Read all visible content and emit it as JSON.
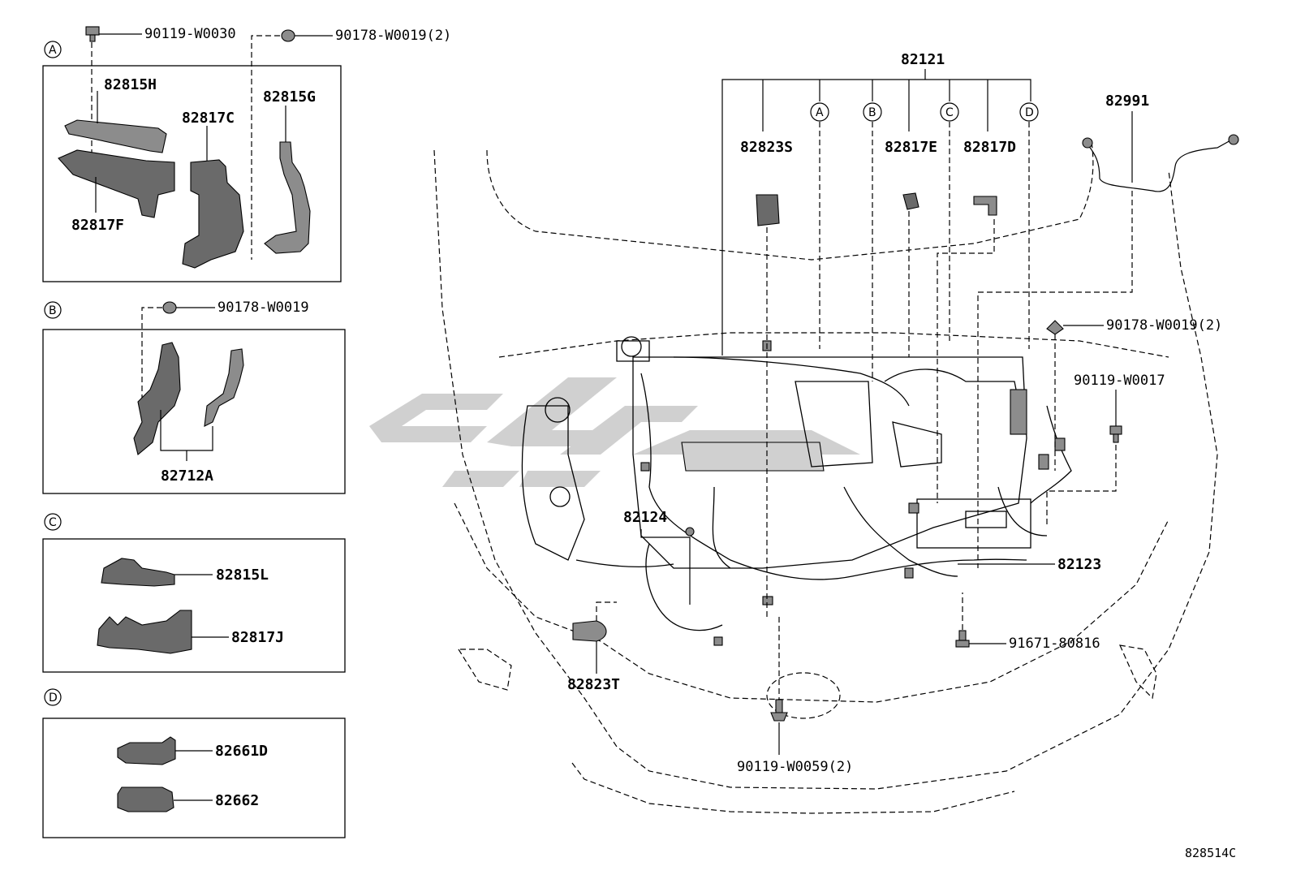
{
  "diagram_id": "828514C",
  "watermark": {
    "text_color": "#c8c8c8"
  },
  "callouts": {
    "A": "A",
    "B": "B",
    "C": "C",
    "D": "D"
  },
  "panel_a": {
    "bolt": "90119-W0030",
    "clip": "90178-W0019(2)",
    "p1": "82815H",
    "p2": "82817C",
    "p3": "82815G",
    "p4": "82817F"
  },
  "panel_b": {
    "clip": "90178-W0019",
    "p1": "82712A"
  },
  "panel_c": {
    "p1": "82815L",
    "p2": "82817J"
  },
  "panel_d": {
    "p1": "82661D",
    "p2": "82662"
  },
  "main": {
    "harness": "82121",
    "cable": "82991",
    "p_82823s": "82823S",
    "p_82817e": "82817E",
    "p_82817d": "82817D",
    "clip_r": "90178-W0019(2)",
    "bolt_r": "90119-W0017",
    "p_82124": "82124",
    "p_82123": "82123",
    "bolt_91671": "91671-80816",
    "p_82823t": "82823T",
    "bolt_bottom": "90119-W0059(2)"
  }
}
